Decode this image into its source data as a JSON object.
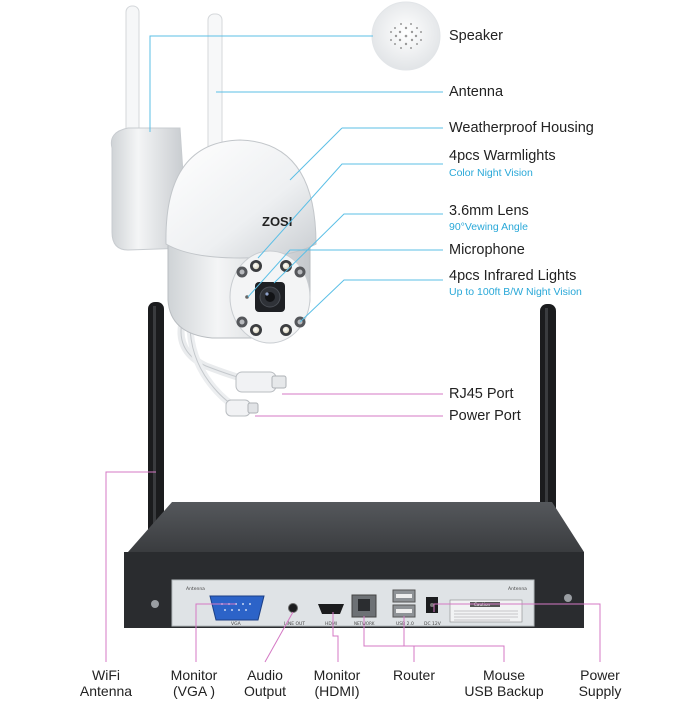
{
  "camera_labels": {
    "speaker": "Speaker",
    "antenna": "Antenna",
    "housing": "Weatherproof Housing",
    "warmlights": "4pcs Warmlights",
    "warmlights_sub": "Color Night Vision",
    "lens": "3.6mm Lens",
    "lens_sub": "90°Vewing Angle",
    "microphone": "Microphone",
    "infrared": "4pcs Infrared Lights",
    "infrared_sub": "Up to 100ft B/W Night Vision",
    "rj45": "RJ45 Port",
    "power_port": "Power Port"
  },
  "brand": "ZOSI",
  "nvr_labels": {
    "wifi_l1": "WiFi",
    "wifi_l2": "Antenna",
    "vga_l1": "Monitor",
    "vga_l2": "(VGA )",
    "audio_l1": "Audio",
    "audio_l2": "Output",
    "hdmi_l1": "Monitor",
    "hdmi_l2": "(HDMI)",
    "router": "Router",
    "usb_l1": "Mouse",
    "usb_l2": "USB Backup",
    "power_l1": "Power",
    "power_l2": "Supply"
  },
  "panel_text": {
    "antenna_left": "Antenna",
    "antenna_right": "Antenna",
    "vga": "VGA",
    "line_out": "LINE OUT",
    "hdmi": "HDMI",
    "network": "NETWORK",
    "usb": "USB 2.0",
    "dc": "DC 12V",
    "caution": "Caution"
  },
  "colors": {
    "callout_blue": "#5bbfe6",
    "callout_pink": "#d478c4",
    "sub_text": "#29a8d8",
    "nvr_body": "#2a2c2f",
    "nvr_panel": "#d9dde0"
  }
}
